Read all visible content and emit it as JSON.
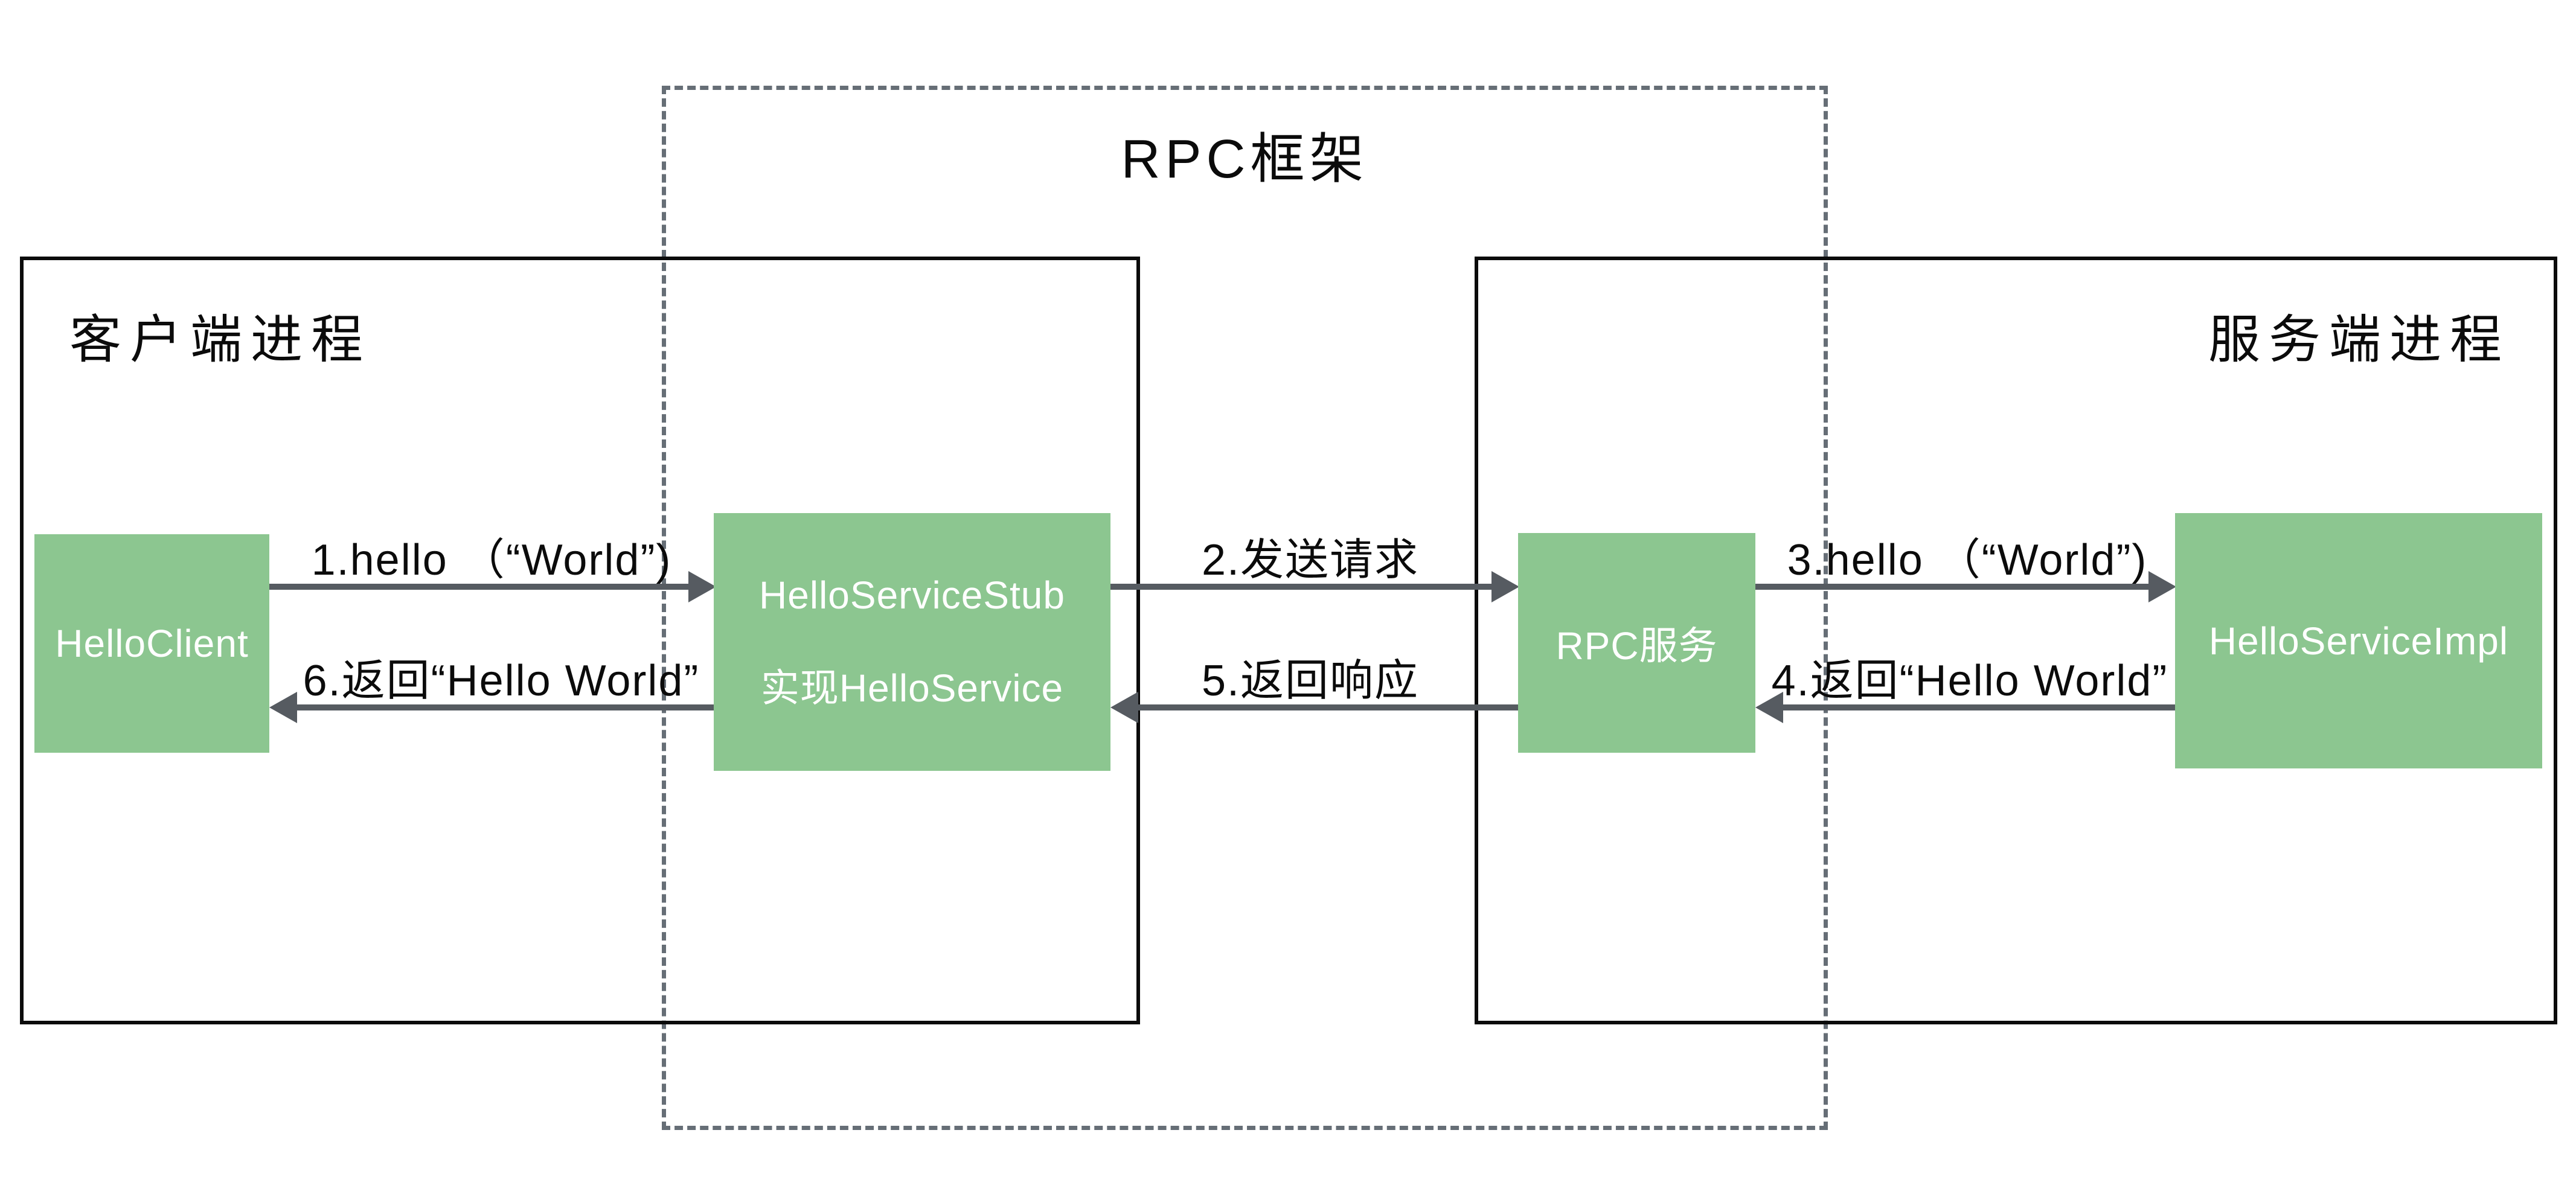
{
  "diagram": {
    "frame": {
      "title": "RPC框架"
    },
    "client_process": {
      "label": "客户端进程"
    },
    "server_process": {
      "label": "服务端进程"
    },
    "nodes": {
      "hello_client": {
        "label": "HelloClient"
      },
      "hello_service_stub": {
        "line1": "HelloServiceStub",
        "line2": "实现HelloService"
      },
      "rpc_service": {
        "label": "RPC服务"
      },
      "hello_service_impl": {
        "label": "HelloServiceImpl"
      }
    },
    "arrows": {
      "step1": {
        "label": "1.hello （“World”)",
        "direction": "right"
      },
      "step2": {
        "label": "2.发送请求",
        "direction": "right"
      },
      "step3": {
        "label": "3.hello （“World”)",
        "direction": "right"
      },
      "step4": {
        "label": "4.返回“Hello World”",
        "direction": "left"
      },
      "step5": {
        "label": "5.返回响应",
        "direction": "left"
      },
      "step6": {
        "label": "6.返回“Hello World”",
        "direction": "left"
      }
    },
    "colors": {
      "node_fill": "#8CC690",
      "node_text": "#FFFFFF",
      "arrow": "#565B61",
      "dashed_border": "#666E76",
      "solid_border": "#0B0B0B"
    }
  }
}
